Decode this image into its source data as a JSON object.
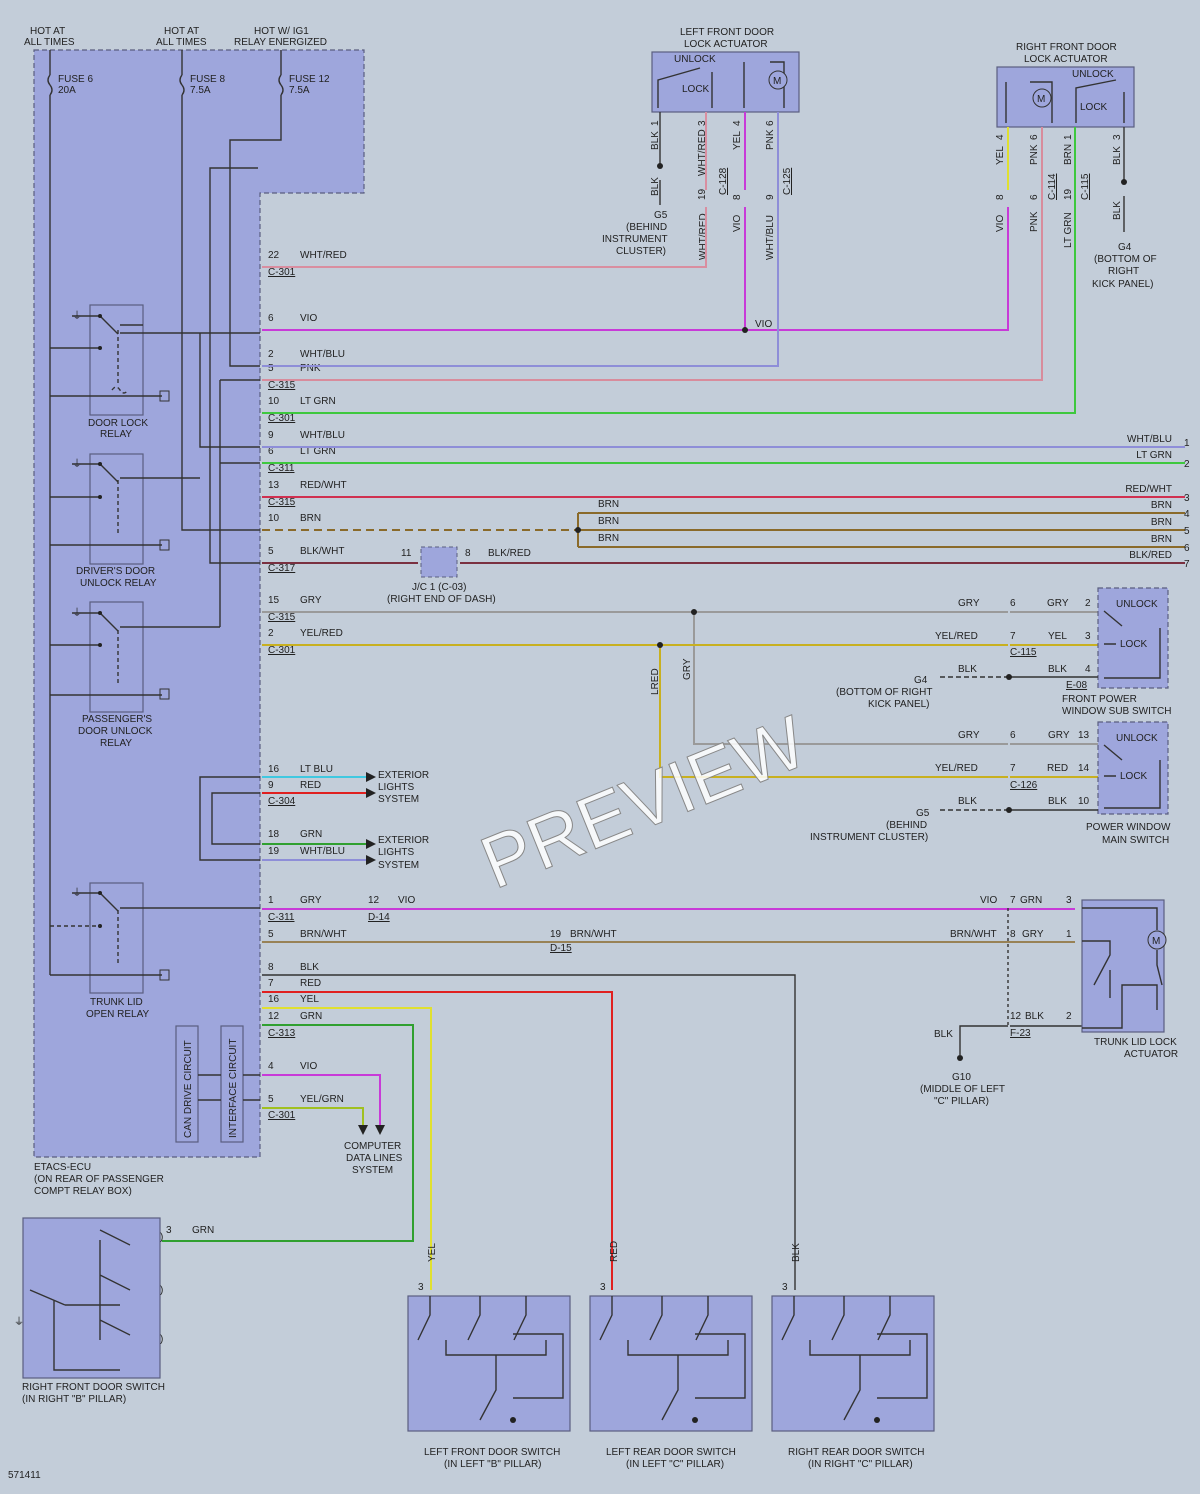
{
  "power": {
    "hot1": [
      "HOT AT",
      "ALL TIMES"
    ],
    "hot2": [
      "HOT AT",
      "ALL TIMES"
    ],
    "hot3": [
      "HOT W/ IG1",
      "RELAY ENERGIZED"
    ],
    "fuse6": [
      "FUSE 6",
      "20A"
    ],
    "fuse8": [
      "FUSE 8",
      "7.5A"
    ],
    "fuse12": [
      "FUSE 12",
      "7.5A"
    ]
  },
  "ecu": {
    "label": [
      "ETACS-ECU",
      "(ON REAR OF PASSENGER",
      "COMPT RELAY BOX)"
    ],
    "relays": [
      [
        "DOOR LOCK",
        "RELAY"
      ],
      [
        "DRIVER'S DOOR",
        "UNLOCK RELAY"
      ],
      [
        "PASSENGER'S",
        "DOOR UNLOCK",
        "RELAY"
      ],
      [
        "TRUNK LID",
        "OPEN RELAY"
      ]
    ],
    "can_circuit": "CAN DRIVE CIRCUIT",
    "interface_circuit": "INTERFACE CIRCUIT"
  },
  "left_front_actuator": {
    "title": [
      "LEFT FRONT DOOR",
      "LOCK ACTUATOR"
    ],
    "unlock": "UNLOCK",
    "lock": "LOCK",
    "motor": "M",
    "pins": [
      "1",
      "3",
      "4",
      "6"
    ],
    "colors": [
      "BLK",
      "WHT/RED",
      "YEL",
      "PNK"
    ],
    "connector_pins": [
      "19",
      "8",
      "9"
    ],
    "connector_upper": [
      "C-128",
      "C-125"
    ],
    "lower_colors": [
      "BLK",
      "WHT/RED",
      "VIO",
      "WHT/BLU"
    ],
    "ground": [
      "G5",
      "(BEHIND",
      "INSTRUMENT",
      "CLUSTER)"
    ]
  },
  "right_front_actuator": {
    "title": [
      "RIGHT FRONT DOOR",
      "LOCK ACTUATOR"
    ],
    "unlock": "UNLOCK",
    "lock": "LOCK",
    "motor": "M",
    "pins": [
      "4",
      "6",
      "1",
      "3"
    ],
    "colors": [
      "YEL",
      "PNK",
      "BRN",
      "BLK"
    ],
    "connector_pins": [
      "8",
      "6",
      "19"
    ],
    "connector_upper": [
      "C-114",
      "C-115"
    ],
    "lower_colors": [
      "VIO",
      "PNK",
      "LT GRN",
      "BLK"
    ],
    "ground": [
      "G4",
      "(BOTTOM OF",
      "RIGHT",
      "KICK PANEL)"
    ]
  },
  "wires": [
    {
      "pin": "22",
      "color": "WHT/RED",
      "conn": "C-301"
    },
    {
      "pin": "6",
      "color": "VIO"
    },
    {
      "pin": "2",
      "color": "WHT/BLU"
    },
    {
      "pin": "5",
      "color": "PNK",
      "conn": "C-315"
    },
    {
      "pin": "10",
      "color": "LT GRN",
      "conn": "C-301"
    },
    {
      "pin": "9",
      "color": "WHT/BLU"
    },
    {
      "pin": "6",
      "color": "LT GRN",
      "conn": "C-311"
    },
    {
      "pin": "13",
      "color": "RED/WHT",
      "conn": "C-315"
    },
    {
      "pin": "10",
      "color": "BRN"
    },
    {
      "pin": "5",
      "color": "BLK/WHT",
      "conn": "C-317"
    },
    {
      "pin": "15",
      "color": "GRY",
      "conn": "C-315"
    },
    {
      "pin": "2",
      "color": "YEL/RED",
      "conn": "C-301"
    }
  ],
  "vio_junction_label": "VIO",
  "right_outputs": [
    {
      "color": "WHT/BLU",
      "num": "1"
    },
    {
      "color": "LT GRN",
      "num": "2"
    },
    {
      "color": "RED/WHT",
      "num": "3"
    },
    {
      "color": "BRN",
      "num": "4"
    },
    {
      "color": "BRN",
      "num": "5"
    },
    {
      "color": "BRN",
      "num": "6"
    },
    {
      "color": "BLK/RED",
      "num": "7"
    }
  ],
  "brn_splice_colors": [
    "BRN",
    "BRN",
    "BRN"
  ],
  "jc": {
    "pin_in": "11",
    "pin_out": "8",
    "color_out": "BLK/RED",
    "label": [
      "J/C 1 (C-03)",
      "(RIGHT END OF DASH)"
    ]
  },
  "sub_switch": {
    "title": [
      "FRONT POWER",
      "WINDOW SUB SWITCH"
    ],
    "unlock": "UNLOCK",
    "lock": "LOCK",
    "rows": [
      {
        "in_color": "GRY",
        "conn_pin": "6",
        "out_color": "GRY",
        "pin": "2"
      },
      {
        "in_color": "YEL/RED",
        "conn_pin": "7",
        "out_color": "YEL",
        "pin": "3"
      },
      {
        "in_color": "BLK",
        "conn_pin": "",
        "out_color": "BLK",
        "pin": "4"
      }
    ],
    "conn": "C-115",
    "conn2": "E-08",
    "ground": [
      "G4",
      "(BOTTOM OF RIGHT",
      "KICK PANEL)"
    ]
  },
  "main_switch": {
    "title": [
      "POWER WINDOW",
      "MAIN SWITCH"
    ],
    "unlock": "UNLOCK",
    "lock": "LOCK",
    "rows": [
      {
        "in_color": "GRY",
        "conn_pin": "6",
        "out_color": "GRY",
        "pin": "13"
      },
      {
        "in_color": "YEL/RED",
        "conn_pin": "7",
        "out_color": "RED",
        "pin": "14"
      },
      {
        "in_color": "BLK",
        "conn_pin": "",
        "out_color": "BLK",
        "pin": "10"
      }
    ],
    "conn": "C-126",
    "ground": [
      "G5",
      "(BEHIND",
      "INSTRUMENT CLUSTER)"
    ]
  },
  "vertical_labels": [
    "LRED",
    "GRY"
  ],
  "ext1": {
    "wires": [
      {
        "pin": "16",
        "color": "LT BLU"
      },
      {
        "pin": "9",
        "color": "RED"
      }
    ],
    "conn": "C-304",
    "label": [
      "EXTERIOR",
      "LIGHTS",
      "SYSTEM"
    ]
  },
  "ext2": {
    "wires": [
      {
        "pin": "18",
        "color": "GRN"
      },
      {
        "pin": "19",
        "color": "WHT/BLU"
      }
    ],
    "label": [
      "EXTERIOR",
      "LIGHTS",
      "SYSTEM"
    ]
  },
  "trunk": {
    "w1": {
      "pin": "1",
      "color": "GRY",
      "conn": "C-311",
      "mid_pin": "12",
      "mid_color": "VIO",
      "mid_conn": "D-14",
      "in_color": "VIO",
      "conn_pin": "7",
      "out_color": "GRN",
      "pin_out": "3"
    },
    "w2": {
      "pin": "5",
      "color": "BRN/WHT",
      "mid_pin": "19",
      "mid_color": "BRN/WHT",
      "mid_conn": "D-15",
      "in_color": "BRN/WHT",
      "conn_pin": "8",
      "out_color": "GRY",
      "pin_out": "1"
    },
    "w3": {
      "conn_pin": "12",
      "out_color": "BLK",
      "pin_out": "2",
      "conn": "F-23",
      "in_color": "BLK"
    },
    "title": [
      "TRUNK LID LOCK",
      "ACTUATOR"
    ],
    "motor": "M",
    "ground": [
      "G10",
      "(MIDDLE OF LEFT",
      "\"C\" PILLAR)"
    ]
  },
  "c313": {
    "wires": [
      {
        "pin": "8",
        "color": "BLK"
      },
      {
        "pin": "7",
        "color": "RED"
      },
      {
        "pin": "16",
        "color": "YEL"
      },
      {
        "pin": "12",
        "color": "GRN"
      }
    ],
    "conn": "C-313"
  },
  "c301b": {
    "wires": [
      {
        "pin": "4",
        "color": "VIO"
      },
      {
        "pin": "5",
        "color": "YEL/GRN"
      }
    ],
    "conn": "C-301",
    "label": [
      "COMPUTER",
      "DATA LINES",
      "SYSTEM"
    ]
  },
  "door_switches": [
    {
      "title": [
        "RIGHT FRONT DOOR SWITCH",
        "(IN RIGHT \"B\" PILLAR)"
      ],
      "pin": "3",
      "color": "GRN"
    },
    {
      "title": [
        "LEFT FRONT DOOR SWITCH",
        "(IN LEFT \"B\" PILLAR)"
      ],
      "pin": "3",
      "color": "YEL"
    },
    {
      "title": [
        "LEFT REAR DOOR SWITCH",
        "(IN LEFT \"C\" PILLAR)"
      ],
      "pin": "3",
      "color": "RED"
    },
    {
      "title": [
        "RIGHT REAR DOOR SWITCH",
        "(IN RIGHT \"C\" PILLAR)"
      ],
      "pin": "3",
      "color": "BLK"
    }
  ],
  "diagram_id": "571411",
  "watermark": "PREVIEW",
  "colors": {
    "background": "#c3cdd9",
    "component": "#9ea6dc",
    "vio": "#c83ad8",
    "pnk": "#d88c9c",
    "wht_red": "#d98ea0",
    "wht_blu": "#8e8ed8",
    "lt_grn": "#3ec83e",
    "red_wht": "#d03050",
    "brn": "#8a6a2a",
    "blk_red": "#7a3040",
    "gry": "#9a9a9a",
    "yel_red": "#c8b020",
    "lt_blu": "#40c8e0",
    "red": "#e02020",
    "grn": "#30a030",
    "yel": "#e0e030",
    "blk": "#333333",
    "yel_grn": "#a0c020"
  }
}
